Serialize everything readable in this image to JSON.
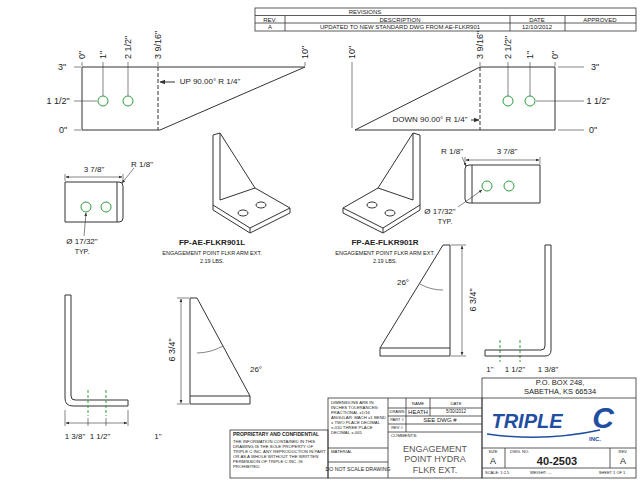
{
  "diagram": {
    "labels": [
      "REVISIONS",
      "REV.",
      "DESCRIPTION",
      "DATE",
      "APPROVED",
      "A",
      "UPDATED TO NEW STANDARD DWG FROM AE-FLKR901",
      "12/10/2012",
      "0\"",
      "1\"",
      "2 1/2\"",
      "3 9/16\"",
      "10\"",
      "3\"",
      "1 1/2\"",
      "0\"",
      "UP 90.00° R 1/4\"",
      "10\"",
      "3 9/16\"",
      "2 1/2\"",
      "1\"",
      "0\"",
      "3\"",
      "1 1/2\"",
      "0\"",
      "DOWN 90.00° R 1/4\"",
      "3 7/8\"",
      "R 1/8\"",
      "Ø 17/32\"",
      "TYP.",
      "FP-AE-FLKR901L",
      "ENGAGEMENT POINT FLKR ARM EXT.",
      "2.19 LBS.",
      "FP-AE-FLKR901R",
      "ENGAGEMENT POINT FLKR ARM EXT.",
      "2.19 LBS.",
      "R 1/8\"",
      "3 7/8\"",
      "Ø 17/32\"",
      "TYP.",
      "6 3/4\"",
      "26°",
      "1 3/8\"",
      "1 1/2\"",
      "1\"",
      "26°",
      "6 3/4\"",
      "1\"",
      "1 1/2\"",
      "1 3/8\"",
      "P.O. BOX 248,",
      "SABETHA, KS 66534",
      "TRIPLE",
      "C",
      "INC.",
      "PROPRIETARY AND CONFIDENTIAL",
      "THE INFORMATION CONTAINED IN THIS DRAWING IS THE SOLE PROPERTY OF TRIPLE C INC. ANY REPRODUCTION IN PART OR AS A WHOLE WITHOUT THE WRITTEN PERMISSION OF TRIPLE C INC. IS PROHIBITED.",
      "DIMENSIONS ARE IN INCHES TOLERANCES: FRACTIONAL ±1/16 ANGULAR: MACH ±1 BEND ± TWO PLACE DECIMAL ±.010 THREE PLACE DECIMAL ±.005",
      "MATERIAL",
      "DO NOT SCALE DRAWING",
      "NAME",
      "DATE",
      "DRAWN",
      "HEATH",
      "5/30/2012",
      "PART #",
      "SEE DWG #",
      "REV #",
      "COMMENTS:",
      "ENGAGEMENT POINT HYDRA FLKR EXT.",
      "SIZE",
      "A",
      "DWG. NO.",
      "40-2503",
      "REV.",
      "A",
      "SCALE: 1:2.5",
      "WEIGHT: ---",
      "SHEET 1 OF 1"
    ]
  }
}
